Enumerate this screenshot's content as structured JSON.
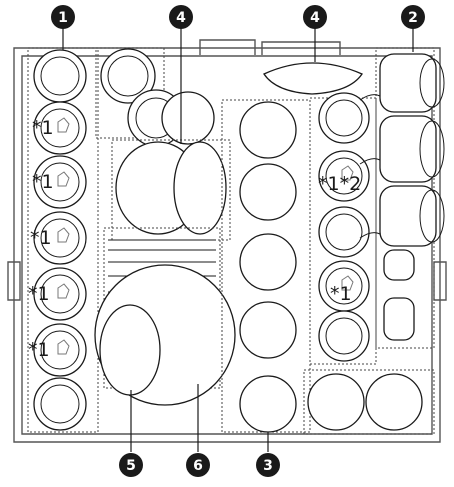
{
  "callouts": [
    {
      "id": "1",
      "label": "1"
    },
    {
      "id": "2",
      "label": "2"
    },
    {
      "id": "3",
      "label": "3"
    },
    {
      "id": "4a",
      "label": "4"
    },
    {
      "id": "4b",
      "label": "4"
    },
    {
      "id": "5",
      "label": "5"
    },
    {
      "id": "6",
      "label": "6"
    }
  ],
  "markers": [
    {
      "id": "m1",
      "label": "*1"
    },
    {
      "id": "m2",
      "label": "*1"
    },
    {
      "id": "m3",
      "label": "*1"
    },
    {
      "id": "m4",
      "label": "*1"
    },
    {
      "id": "m5",
      "label": "*1"
    },
    {
      "id": "m6",
      "label": "*1*2"
    },
    {
      "id": "m7",
      "label": "*1"
    }
  ]
}
